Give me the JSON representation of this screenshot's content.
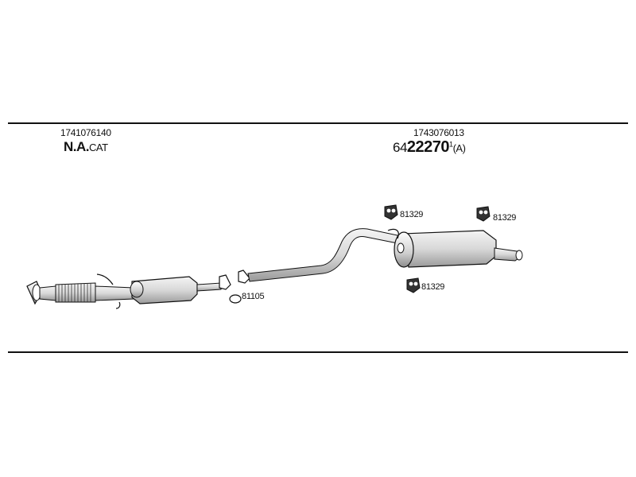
{
  "left_group": {
    "part_number": "1741076140",
    "code_bold": "N.A.",
    "code_suffix": "CAT"
  },
  "right_group": {
    "part_number": "1743076013",
    "code_prefix": "64",
    "code_main": "22270",
    "code_superscript": "1",
    "code_suffix": "(A)"
  },
  "callouts": {
    "clamp": "81105",
    "hanger_top_left": "81329",
    "hanger_top_right": "81329",
    "hanger_bottom": "81329"
  }
}
